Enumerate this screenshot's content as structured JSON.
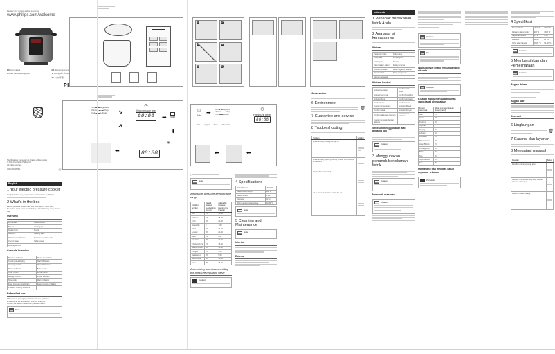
{
  "cover": {
    "register_text": "Register your product and get support at",
    "url": "www.philips.com/welcome",
    "models": [
      "HD2136",
      "HD2139"
    ],
    "languages": [
      {
        "code": "EN",
        "label": "User manual"
      },
      {
        "code": "ID",
        "label": "Buku Petunjuk Pengguna"
      },
      {
        "code": "MS",
        "label": "Manual pengguna"
      },
      {
        "code": "VI",
        "label": "Hướng dẫn sử dụng"
      },
      {
        "code": "ZH-S",
        "label": "用户手册"
      }
    ],
    "brand": "PHILIPS"
  },
  "back_cover": {
    "spec_note": "Specifications are subject to change without notice",
    "copyright": "© 2015 Koninklijke Philips N.V.",
    "rights": "All rights reserved.",
    "doc_code": "3000.036.4556.1"
  },
  "diagram_panel": {
    "program_labels": [
      "Fish",
      "Vegetable",
      "Chicken",
      "Chop",
      "Crab",
      "Lobster",
      "Sea food"
    ],
    "mode_labels": [
      "Bake",
      "Rice",
      "Yogurt",
      "Soup",
      "Slow cook",
      "Stew/Soup",
      "Set Pressure"
    ],
    "pressure_timer": "Pressure timer",
    "keep_pressure": "Keep pressure time",
    "lcd": "88:88",
    "start": "Start",
    "step_numbers": [
      "1",
      "2",
      "3",
      "4",
      "5",
      "6"
    ]
  },
  "english": {
    "lang": "English",
    "s1_title": "1  Your electric pressure cooker",
    "s1_text": "Congratulations on your purchase, and welcome to Philips!",
    "s2_title": "2  What's in the box",
    "s2_items": [
      "Electric pressure cooker main unit",
      "Rice spoon",
      "Soup ladle",
      "Measuring cup",
      "User manual",
      "Safety leaflet",
      "Warranty card",
      "Steam tray"
    ],
    "overview_title": "Overview",
    "overview_rows": [
      [
        "Lid handle",
        "Power socket"
      ],
      [
        "Top lid",
        "Locking pin"
      ],
      [
        "Sealing ring",
        "Floater"
      ],
      [
        "Inner pot",
        "Heating plate"
      ],
      [
        "Water level indication",
        "Pressure regulator valve"
      ],
      [
        "Control panel",
        "Safety valve"
      ],
      [
        "Heating element",
        ""
      ]
    ],
    "controls_title": "Controls Overview",
    "controls_rows": [
      [
        "Pressure indicator",
        "Preset time button"
      ],
      [
        "Cooking time display",
        "Start/Off button"
      ],
      [
        "Heating indicator",
        "Warm/Off button"
      ],
      [
        "Power indicator",
        "Bake button"
      ],
      [
        "Timer button",
        "Minute button"
      ],
      [
        "Baking functions",
        "Power indicator"
      ],
      [
        "Slow cook",
        "Warm indicator"
      ],
      [
        "Keep pressure time button",
        "Keep pressure indicator"
      ],
      [
        "Pressure cooking functions",
        ""
      ]
    ],
    "before_use_title": "Before first use",
    "before_use_steps": [
      "Remove all packaging materials from the appliance.",
      "Take out all the accessories from the inner pot.",
      "Clean the parts of the electric pressure cooker."
    ],
    "note_label": "Note",
    "s3_title": "3  Using the electric pressure cooker",
    "cooking_food": "Cooking food",
    "tip_label": "Tip",
    "preset_title": "Preset time for delayed cooking",
    "adjust_title": "Adjustable pressure keeping time range",
    "adjust_headers": [
      "Cooking function",
      "Default pressure keeping time (minute)",
      "Adjustable pressure keeping time (minute)"
    ],
    "adjust_rows": [
      [
        "Fish",
        "15",
        "15-50"
      ],
      [
        "Chicken",
        "18",
        "18-50"
      ],
      [
        "Crab",
        "20",
        "20-50"
      ],
      [
        "Vegetable",
        "3",
        "1-50"
      ],
      [
        "Chop",
        "20",
        "20-50"
      ],
      [
        "Lobster",
        "20",
        "20-50"
      ],
      [
        "Stew",
        "14",
        "N/A"
      ],
      [
        "Sea food",
        "20",
        "20-50"
      ],
      [
        "Chicken/Duck",
        "15",
        "15-50"
      ],
      [
        "Beans/Tendon",
        "30",
        "30-50"
      ],
      [
        "Congee",
        "15",
        "1-50"
      ],
      [
        "Steak/Soup",
        "20",
        "5-50"
      ],
      [
        "Beef/Mutton",
        "30",
        "30-50"
      ],
      [
        "Cake",
        "25",
        "25-50"
      ]
    ],
    "assembling_title": "Assembling and disassembling the pressure regulator valve",
    "caution_label": "Caution",
    "specs_title": "4  Specifications",
    "specs_rows": [
      [
        "Model Number",
        "HD2136",
        "HD2139"
      ],
      [
        "Rated power output",
        "900 W",
        "1000 W"
      ],
      [
        "Rated capacity",
        "5.0 L",
        "6.0 L"
      ],
      [
        "Diameter",
        "22 cm",
        "22 cm"
      ],
      [
        "Warm keeping temperature",
        "60-80 °C",
        "60-80 °C"
      ]
    ],
    "cleaning_title": "5  Cleaning and Maintenance",
    "interior": "Interior",
    "exterior": "Exterior",
    "accessories": "Accessories",
    "env_title": "6  Environment",
    "guarantee_title": "7  Guarantee and service",
    "trouble_title": "8  Troubleshooting",
    "trouble_headers": [
      "Problem",
      "Solution"
    ],
    "trouble_problems": [
      "Great difficulty closing the top lid.",
      "Great difficulty opening the top lid after the pressure is released.",
      "The food is not cooked.",
      "Air or steam leaks from under the lid."
    ]
  },
  "indonesia": {
    "lang": "Indonesia",
    "s1_title": "1  Penanak bertekanan listrik Anda",
    "s2_title": "2  Apa saja isi kemasannya",
    "ikhtisar_title": "Ikhtisar",
    "ikhtisar_rows": [
      [
        "Pegangan tutup",
        "Soket daya"
      ],
      [
        "Tutup atas",
        "Pin pengunci"
      ],
      [
        "Sealing ring",
        "Floater"
      ],
      [
        "Panci bagian dalam",
        "Pelat pemanas"
      ],
      [
        "Indikator level air",
        "Katup regulator tekanan"
      ],
      [
        "Panel kontrol",
        "Katup pengaman"
      ],
      [
        "Elemen pemanas",
        ""
      ]
    ],
    "kontrol_title": "Ikhtisar Kontrol",
    "kontrol_rows": [
      [
        "Indikator tekanan",
        "Tombol waktu preset"
      ],
      [
        "Indikator pemanas",
        "Tombol Mulai/Mati"
      ],
      [
        "Indikator daya",
        "Tombol panggang"
      ],
      [
        "Tombol timer",
        "Tombol menit"
      ],
      [
        "Fungsi memanggang",
        "Indikator Masak"
      ],
      [
        "Tombol masak",
        "Indikator hangat"
      ],
      [
        "Tombol waktu jaga tekanan",
        "Indikator jaga tekanan"
      ],
      [
        "Fungsi memasak dengan tekanan",
        ""
      ]
    ],
    "before_use_title": "Sebelum menggunakan alat pertama kali",
    "note_label": "Catatan",
    "s3_title": "3  Menggunakan penanak bertekanan listrik",
    "memasak": "Memasak makanan",
    "tip_label": "Tip",
    "preset_title": "Waktu preset untuk menunda yang ditunda",
    "kisaran_title": "Kisaran waktu menjaga tekanan yang dapat disesuaikan",
    "kisaran_headers": [
      "Fungsi memasak",
      "Waktu menjaga tekanan default (menit)",
      "Waktu menjaga tekanan yang dapat disesuaikan (menit)"
    ],
    "kisaran_rows": [
      [
        "Ikan",
        "15",
        "15-50"
      ],
      [
        "Ayam",
        "18",
        "18-50"
      ],
      [
        "Kepiting",
        "20",
        "20-50"
      ],
      [
        "Sayuran",
        "3",
        "1-50"
      ],
      [
        "Daging",
        "20",
        "20-50"
      ],
      [
        "Lobster",
        "20",
        "20-50"
      ],
      [
        "Rebusan",
        "14",
        "N/A"
      ],
      [
        "Makanan laut",
        "20",
        "20-50"
      ],
      [
        "Ayam/Bebek",
        "15",
        "15-50"
      ],
      [
        "Kacang/Urat",
        "30",
        "30-50"
      ],
      [
        "Bubur",
        "15",
        "1-50"
      ],
      [
        "Sup",
        "20",
        "5-50"
      ],
      [
        "Sapi/Kambing",
        "30",
        "30-50"
      ],
      [
        "Kue",
        "25",
        "25-50"
      ]
    ],
    "pasang_title": "Memasang dan melepas katup regulator tekanan",
    "caution_label": "Perhatian",
    "specs_title": "4  Spesifikasi",
    "specs_rows": [
      [
        "Nomor Model",
        "HD2136",
        "HD2139"
      ],
      [
        "Keluaran daya terukur",
        "900 W",
        "1000 W"
      ],
      [
        "Kapasitas terukur",
        "5.0 L",
        "6.0 L"
      ],
      [
        "Diameter",
        "22 cm",
        "22 cm"
      ],
      [
        "Suhu tetap hangat",
        "60-80 °C",
        "60-80 °C"
      ]
    ],
    "cleaning_title": "5  Membersihkan dan Pemeliharaan",
    "dalam": "Bagian dalam",
    "luar": "Bagian luar",
    "aksesori": "Aksesori",
    "env_title": "6  Lingkungan",
    "guarantee_title": "7  Garansi dan layanan",
    "trouble_title": "8  Mengatasi masalah",
    "trouble_headers": [
      "Masalah",
      "Solusi"
    ],
    "trouble_problems": [
      "Kesulitan menutup tutup atas.",
      "Kesulitan membuka tutup atas setelah tekanan dilepaskan.",
      "Makanan tidak matang."
    ]
  }
}
